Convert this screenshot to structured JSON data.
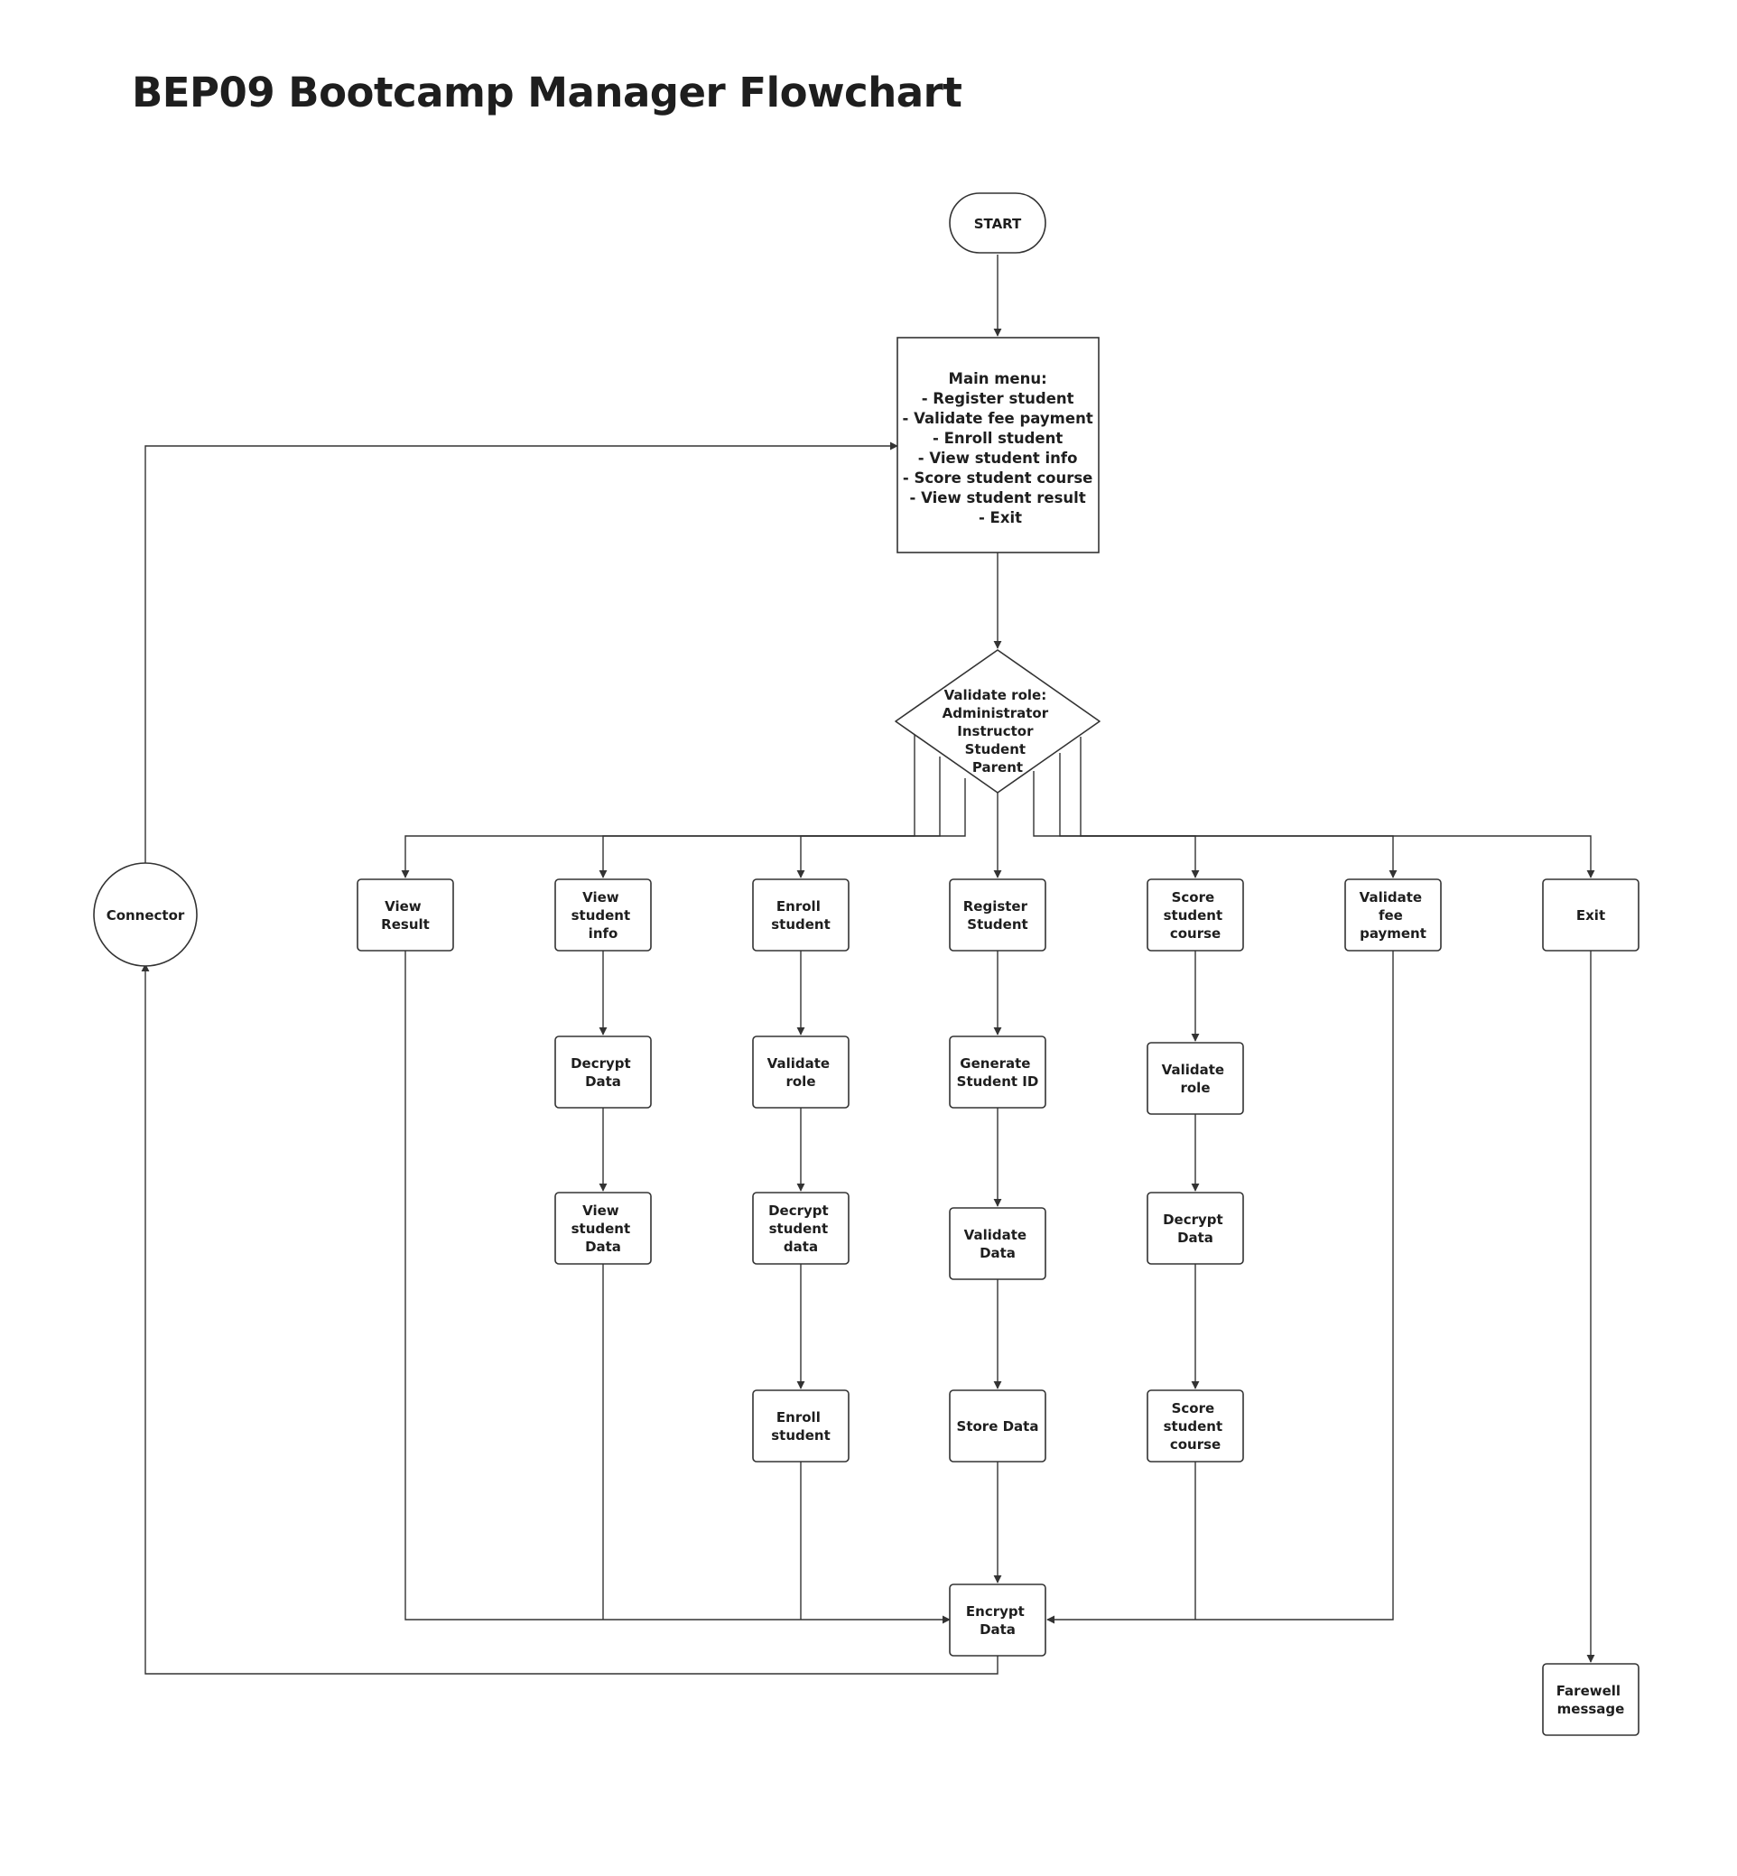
{
  "title": "BEP09 Bootcamp Manager Flowchart",
  "colors": {
    "stroke": "#333333",
    "text": "#1e1e1e",
    "background": "#ffffff"
  },
  "nodes": {
    "start": {
      "lines": [
        "START"
      ]
    },
    "main_menu": {
      "lines": [
        "Main menu:",
        "- Register student",
        "- Validate fee payment",
        "- Enroll student",
        "- View student info",
        "- Score student course",
        "- View student result",
        "- Exit"
      ]
    },
    "validate_role_decision": {
      "lines": [
        "Validate role:",
        "Administrator",
        "Instructor",
        "Student",
        "Parent"
      ]
    },
    "connector": {
      "lines": [
        "Connector"
      ]
    },
    "view_result": {
      "lines": [
        "View",
        "Result"
      ]
    },
    "view_student_info": {
      "lines": [
        "View",
        "student",
        "info"
      ]
    },
    "enroll_student": {
      "lines": [
        "Enroll",
        "student"
      ]
    },
    "register_student": {
      "lines": [
        "Register",
        "Student"
      ]
    },
    "score_student_course": {
      "lines": [
        "Score",
        "student",
        "course"
      ]
    },
    "validate_fee_payment": {
      "lines": [
        "Validate",
        "fee",
        "payment"
      ]
    },
    "exit": {
      "lines": [
        "Exit"
      ]
    },
    "decrypt_data_info": {
      "lines": [
        "Decrypt",
        "Data"
      ]
    },
    "view_student_data": {
      "lines": [
        "View",
        "student",
        "Data"
      ]
    },
    "validate_role_enroll": {
      "lines": [
        "Validate",
        "role"
      ]
    },
    "decrypt_student_data": {
      "lines": [
        "Decrypt",
        "student",
        "data"
      ]
    },
    "enroll_student_final": {
      "lines": [
        "Enroll",
        "student"
      ]
    },
    "generate_student_id": {
      "lines": [
        "Generate",
        "Student ID"
      ]
    },
    "validate_data": {
      "lines": [
        "Validate",
        "Data"
      ]
    },
    "store_data": {
      "lines": [
        "Store Data"
      ]
    },
    "validate_role_score": {
      "lines": [
        "Validate",
        "role"
      ]
    },
    "decrypt_data_score": {
      "lines": [
        "Decrypt",
        "Data"
      ]
    },
    "score_student_course_final": {
      "lines": [
        "Score",
        "student",
        "course"
      ]
    },
    "encrypt_data": {
      "lines": [
        "Encrypt",
        "Data"
      ]
    },
    "farewell_message": {
      "lines": [
        "Farewell",
        "message"
      ]
    }
  }
}
